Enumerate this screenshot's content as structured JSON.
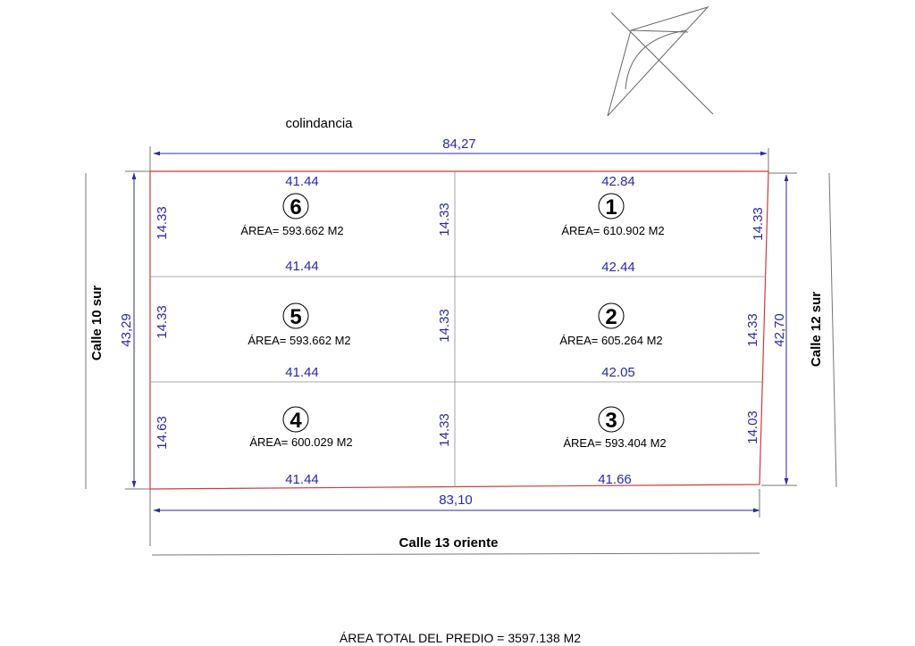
{
  "labels": {
    "top_neighbor": "colindancia",
    "street_left": "Calle 10 sur",
    "street_right": "Calle 12 sur",
    "street_bottom": "Calle 13 oriente",
    "total_area": "ÁREA TOTAL DEL PREDIO = 3597.138 M2"
  },
  "overall_dims": {
    "top": "84,27",
    "bottom": "83,10",
    "left": "43,29",
    "right": "42,70"
  },
  "lots": [
    {
      "number": "6",
      "area": "ÁREA= 593.662 M2",
      "top": "41.44",
      "bottom": "41.44",
      "left": "14.33",
      "right": "14.33"
    },
    {
      "number": "1",
      "area": "ÁREA= 610.902 M2",
      "top": "42.84",
      "bottom": "42.44",
      "left": "14.33",
      "right": "14.33"
    },
    {
      "number": "5",
      "area": "ÁREA= 593.662 M2",
      "top": "41.44",
      "bottom": "41.44",
      "left": "14.33",
      "right": "14.33"
    },
    {
      "number": "2",
      "area": "ÁREA= 605.264 M2",
      "top": "42.44",
      "bottom": "42.05",
      "left": "14.33",
      "right": "14.33"
    },
    {
      "number": "4",
      "area": "ÁREA= 600.029 M2",
      "top": "41.44",
      "bottom": "41.44",
      "left": "14.63",
      "right": "14.33"
    },
    {
      "number": "3",
      "area": "ÁREA= 593.404 M2",
      "top": "42.05",
      "bottom": "41.66",
      "left": "14.33",
      "right": "14.03"
    }
  ],
  "colors": {
    "boundary": "#d23a3a",
    "dimension": "#2a2aa8",
    "divider": "#8c8c8c"
  }
}
